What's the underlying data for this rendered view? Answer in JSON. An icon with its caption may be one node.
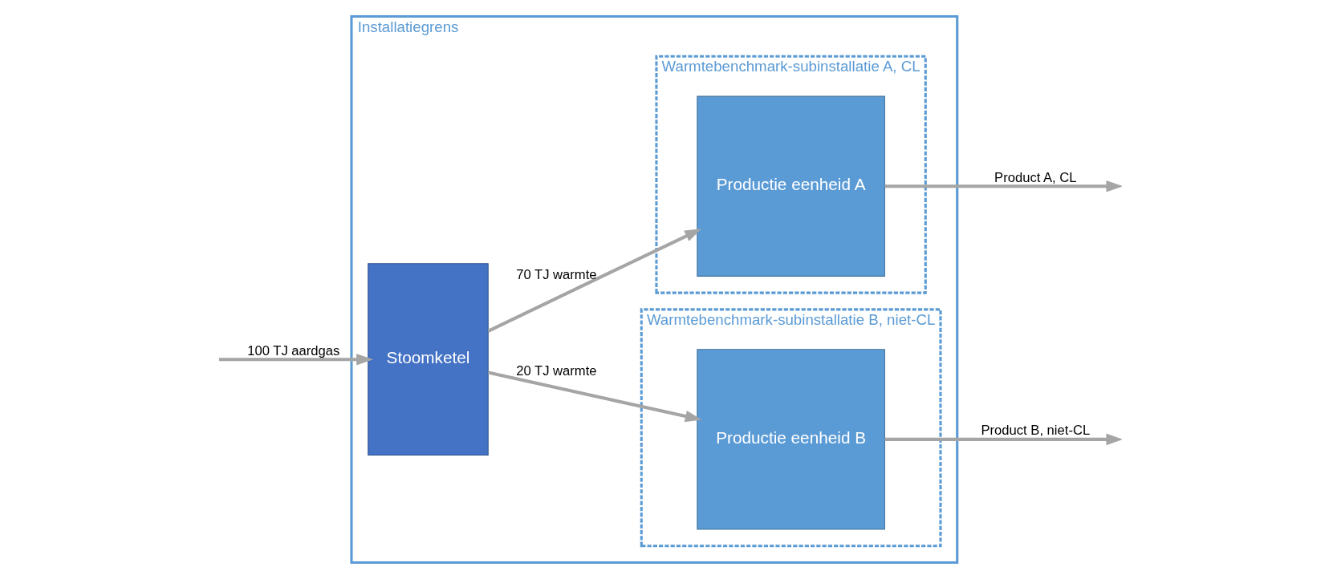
{
  "diagram": {
    "nodes": [
      {
        "text": [
          "Installatiegrens"
        ]
      },
      {
        "text": [
          "Stoomketel"
        ],
        "in": 0
      },
      {
        "text": [
          "Warmtebenchmark-subinstallatie A, CL"
        ],
        "in": 0
      },
      {
        "text": [
          "Productie eenheid A"
        ],
        "in": 2
      },
      {
        "text": [
          "Warmtebenchmark-subinstallatie B, niet-CL"
        ],
        "in": 0
      },
      {
        "text": [
          "Productie eenheid B"
        ],
        "in": 4
      }
    ],
    "edges": [
      {
        "from": null,
        "to": 1,
        "arrow": "to",
        "label": "100 TJ aardgas"
      },
      {
        "from": 1,
        "to": 3,
        "arrow": "to",
        "label": "70 TJ warmte"
      },
      {
        "from": 1,
        "to": 5,
        "arrow": "to",
        "label": "20 TJ warmte"
      },
      {
        "from": 3,
        "to": null,
        "arrow": "to",
        "label": "Product A, CL"
      },
      {
        "from": 5,
        "to": null,
        "arrow": "to",
        "label": "Product B, niet-CL"
      }
    ]
  }
}
